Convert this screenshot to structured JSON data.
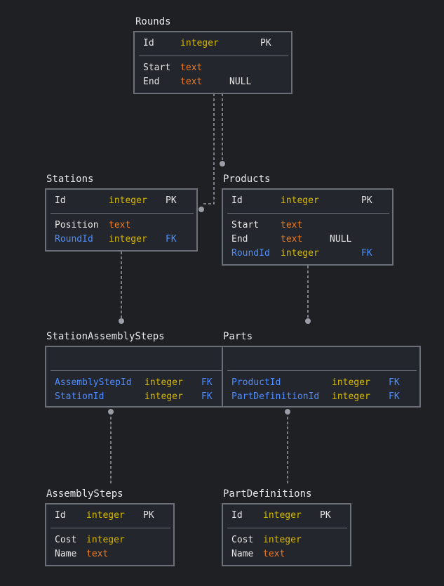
{
  "tables": {
    "rounds": {
      "title": "Rounds",
      "rows": [
        {
          "name": "Id",
          "type": "integer",
          "key": "PK",
          "null": ""
        },
        {
          "name": "Start",
          "type": "text",
          "key": "",
          "null": ""
        },
        {
          "name": "End",
          "type": "text",
          "key": "",
          "null": "NULL"
        }
      ]
    },
    "stations": {
      "title": "Stations",
      "rows": [
        {
          "name": "Id",
          "type": "integer",
          "key": "PK",
          "null": ""
        },
        {
          "name": "Position",
          "type": "text",
          "key": "",
          "null": ""
        },
        {
          "name": "RoundId",
          "type": "integer",
          "key": "FK",
          "null": ""
        }
      ]
    },
    "products": {
      "title": "Products",
      "rows": [
        {
          "name": "Id",
          "type": "integer",
          "key": "PK",
          "null": ""
        },
        {
          "name": "Start",
          "type": "text",
          "key": "",
          "null": ""
        },
        {
          "name": "End",
          "type": "text",
          "key": "",
          "null": "NULL"
        },
        {
          "name": "RoundId",
          "type": "integer",
          "key": "FK",
          "null": ""
        }
      ]
    },
    "station_assembly_steps": {
      "title": "StationAssemblySteps",
      "rows": [
        {
          "name": "AssemblyStepId",
          "type": "integer",
          "key": "FK",
          "null": ""
        },
        {
          "name": "StationId",
          "type": "integer",
          "key": "FK",
          "null": ""
        }
      ]
    },
    "parts": {
      "title": "Parts",
      "rows": [
        {
          "name": "ProductId",
          "type": "integer",
          "key": "FK",
          "null": ""
        },
        {
          "name": "PartDefinitionId",
          "type": "integer",
          "key": "FK",
          "null": ""
        }
      ]
    },
    "assembly_steps": {
      "title": "AssemblySteps",
      "rows": [
        {
          "name": "Id",
          "type": "integer",
          "key": "PK",
          "null": ""
        },
        {
          "name": "Cost",
          "type": "integer",
          "key": "",
          "null": ""
        },
        {
          "name": "Name",
          "type": "text",
          "key": "",
          "null": ""
        }
      ]
    },
    "part_definitions": {
      "title": "PartDefinitions",
      "rows": [
        {
          "name": "Id",
          "type": "integer",
          "key": "PK",
          "null": ""
        },
        {
          "name": "Cost",
          "type": "integer",
          "key": "",
          "null": ""
        },
        {
          "name": "Name",
          "type": "text",
          "key": "",
          "null": ""
        }
      ]
    }
  },
  "colors": {
    "background": "#1f2024",
    "border": "#6b6f78",
    "text": "#e6e6e6",
    "foreign_key": "#4d8dff",
    "integer": "#d6b800",
    "text_type": "#f07a1a",
    "connector": "#9a9ea6"
  }
}
